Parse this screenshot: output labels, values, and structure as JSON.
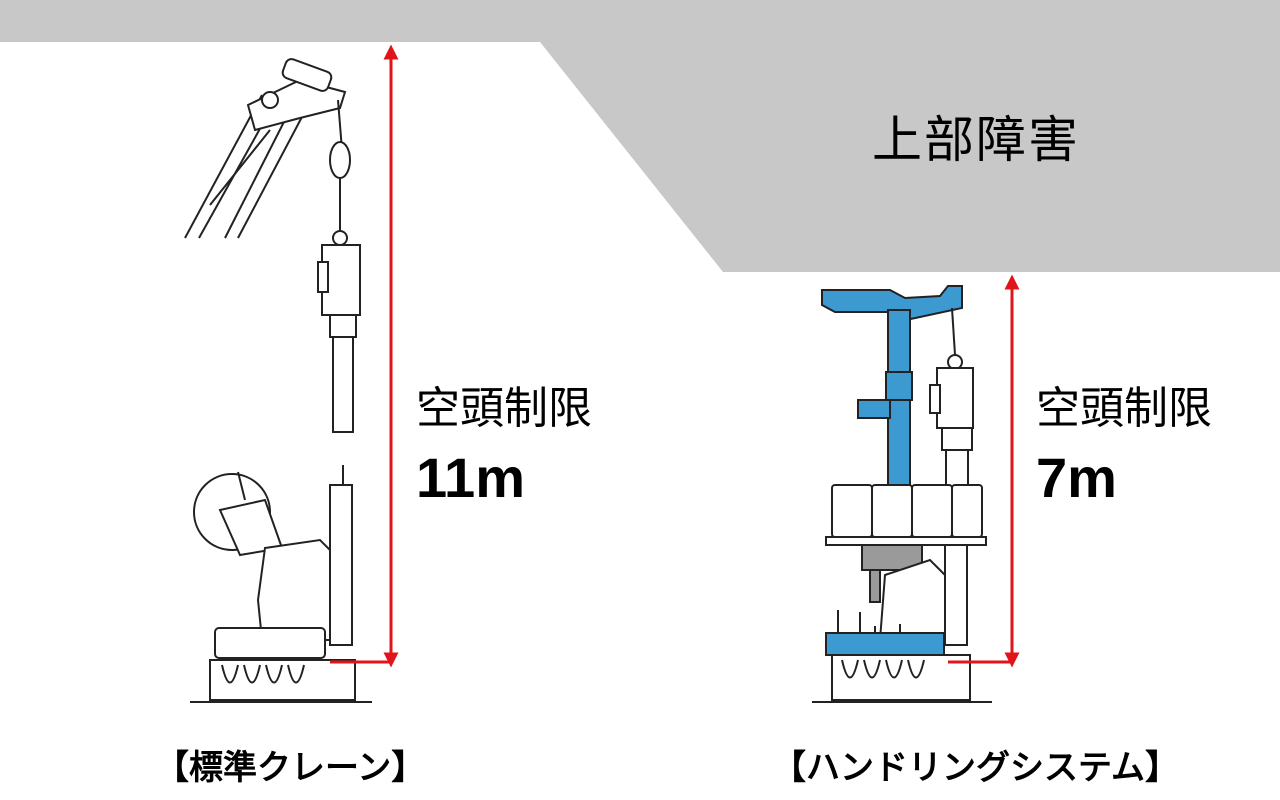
{
  "obstacle": {
    "label": "上部障害"
  },
  "left": {
    "clearance_label": "空頭制限",
    "clearance_value": "11m",
    "caption": "【標準クレーン】"
  },
  "right": {
    "clearance_label": "空頭制限",
    "clearance_value": "7m",
    "caption": "【ハンドリングシステム】"
  },
  "colors": {
    "obstacle": "#c8c8c8",
    "dimension_arrow": "#e0151b",
    "system_highlight": "#3d9ad1",
    "outline": "#222222"
  }
}
